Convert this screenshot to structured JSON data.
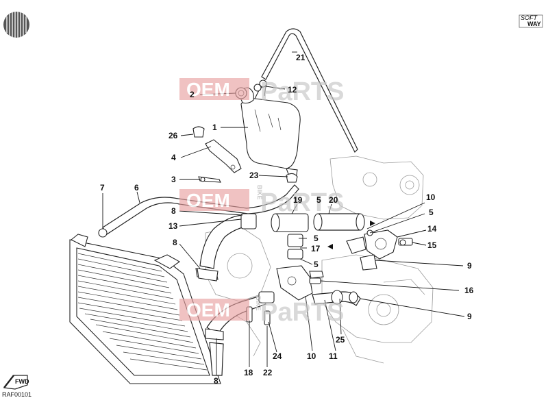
{
  "diagram": {
    "code": "RAF00101",
    "brand_badge_top": "SOFT",
    "brand_badge_bottom": "WAY",
    "fwd_label": "FWD",
    "watermark": {
      "left": "OEM",
      "right": "PaRTS",
      "vertical": "BIKE"
    }
  },
  "callouts": [
    {
      "id": "c1",
      "text": "1"
    },
    {
      "id": "c2",
      "text": "2"
    },
    {
      "id": "c3",
      "text": "3"
    },
    {
      "id": "c4",
      "text": "4"
    },
    {
      "id": "c5a",
      "text": "5"
    },
    {
      "id": "c5b",
      "text": "5"
    },
    {
      "id": "c5c",
      "text": "5"
    },
    {
      "id": "c5d",
      "text": "5"
    },
    {
      "id": "c6",
      "text": "6"
    },
    {
      "id": "c7",
      "text": "7"
    },
    {
      "id": "c8a",
      "text": "8"
    },
    {
      "id": "c8b",
      "text": "8"
    },
    {
      "id": "c8c",
      "text": "8"
    },
    {
      "id": "c9a",
      "text": "9"
    },
    {
      "id": "c9b",
      "text": "9"
    },
    {
      "id": "c10a",
      "text": "10"
    },
    {
      "id": "c10b",
      "text": "10"
    },
    {
      "id": "c11",
      "text": "11"
    },
    {
      "id": "c12",
      "text": "12"
    },
    {
      "id": "c13",
      "text": "13"
    },
    {
      "id": "c14",
      "text": "14"
    },
    {
      "id": "c15",
      "text": "15"
    },
    {
      "id": "c16",
      "text": "16"
    },
    {
      "id": "c17",
      "text": "17"
    },
    {
      "id": "c18",
      "text": "18"
    },
    {
      "id": "c19",
      "text": "19"
    },
    {
      "id": "c20",
      "text": "20"
    },
    {
      "id": "c21",
      "text": "21"
    },
    {
      "id": "c22",
      "text": "22"
    },
    {
      "id": "c23",
      "text": "23"
    },
    {
      "id": "c24",
      "text": "24"
    },
    {
      "id": "c25",
      "text": "25"
    },
    {
      "id": "c26",
      "text": "26"
    }
  ],
  "colors": {
    "watermark_red": "#e8a0a0",
    "watermark_grey": "#c9c9c9",
    "ink": "#222222"
  },
  "icons": [
    "globe-logo-icon",
    "fwd-arrow-icon",
    "soft-way-badge-icon"
  ]
}
